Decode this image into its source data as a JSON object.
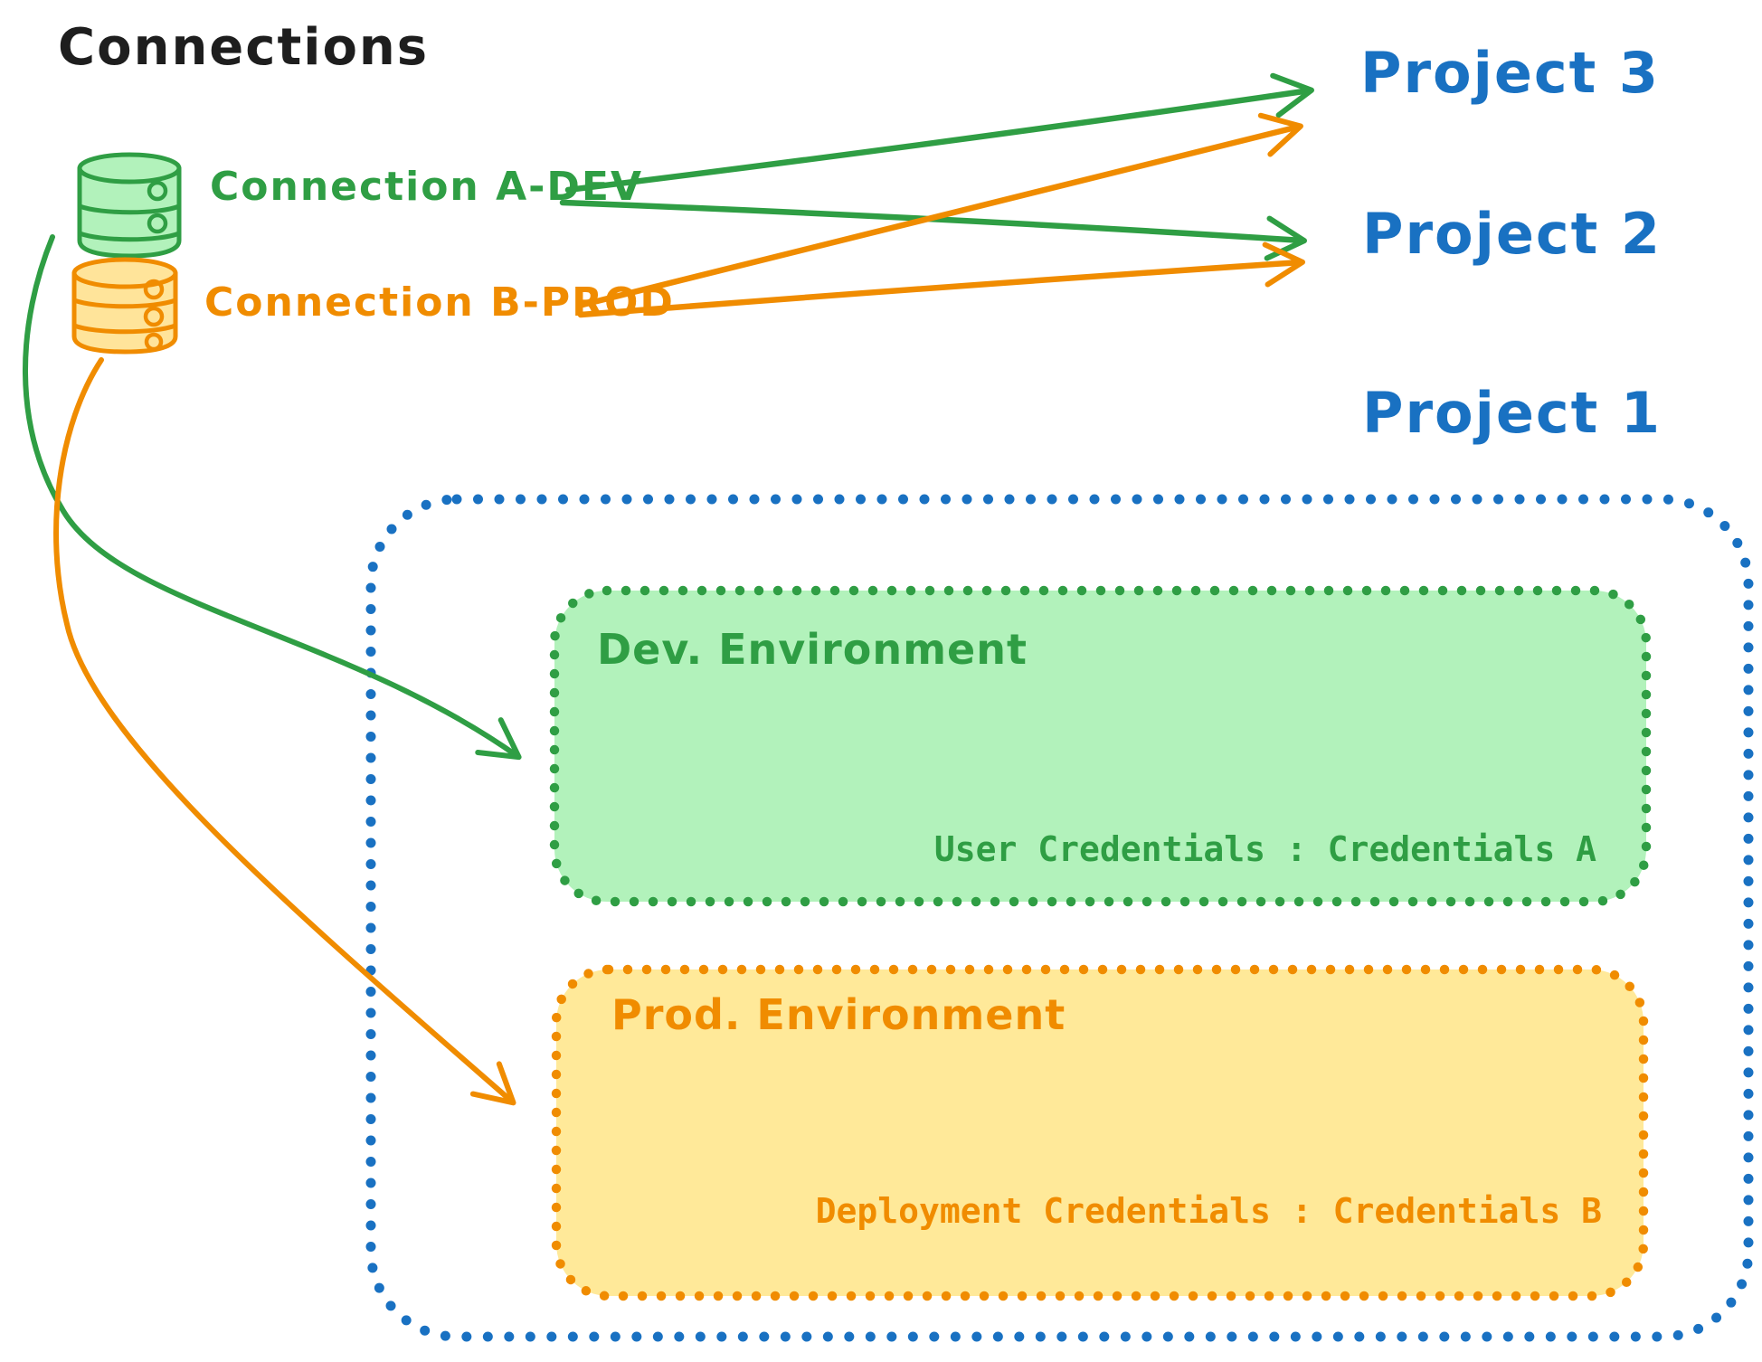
{
  "title": "Connections",
  "connections": [
    {
      "label": "Connection A-DEV",
      "icon": "database-icon",
      "color": "#2f9e44"
    },
    {
      "label": "Connection B-PROD",
      "icon": "database-icon",
      "color": "#f08c00"
    }
  ],
  "projects": [
    {
      "label": "Project 3"
    },
    {
      "label": "Project 2"
    },
    {
      "label": "Project 1"
    }
  ],
  "project1_box": {
    "dev": {
      "title": "Dev. Environment",
      "credentials_label": "User Credentials : Credentials A"
    },
    "prod": {
      "title": "Prod. Environment",
      "credentials_label": "Deployment Credentials : Credentials B"
    }
  },
  "edges": [
    {
      "from": "Connection A-DEV",
      "to": "Project 3",
      "color": "#2f9e44"
    },
    {
      "from": "Connection A-DEV",
      "to": "Project 2",
      "color": "#2f9e44"
    },
    {
      "from": "Connection B-PROD",
      "to": "Project 3",
      "color": "#f08c00"
    },
    {
      "from": "Connection B-PROD",
      "to": "Project 2",
      "color": "#f08c00"
    },
    {
      "from": "Connection A-DEV",
      "to": "Dev. Environment (Project 1)",
      "color": "#2f9e44"
    },
    {
      "from": "Connection B-PROD",
      "to": "Prod. Environment (Project 1)",
      "color": "#f08c00"
    }
  ],
  "colors": {
    "ink": "#1e1e1e",
    "green": "#2f9e44",
    "green_fill": "#b2f2bb",
    "orange": "#f08c00",
    "yellow_fill": "#ffe999",
    "blue": "#1971c2"
  }
}
